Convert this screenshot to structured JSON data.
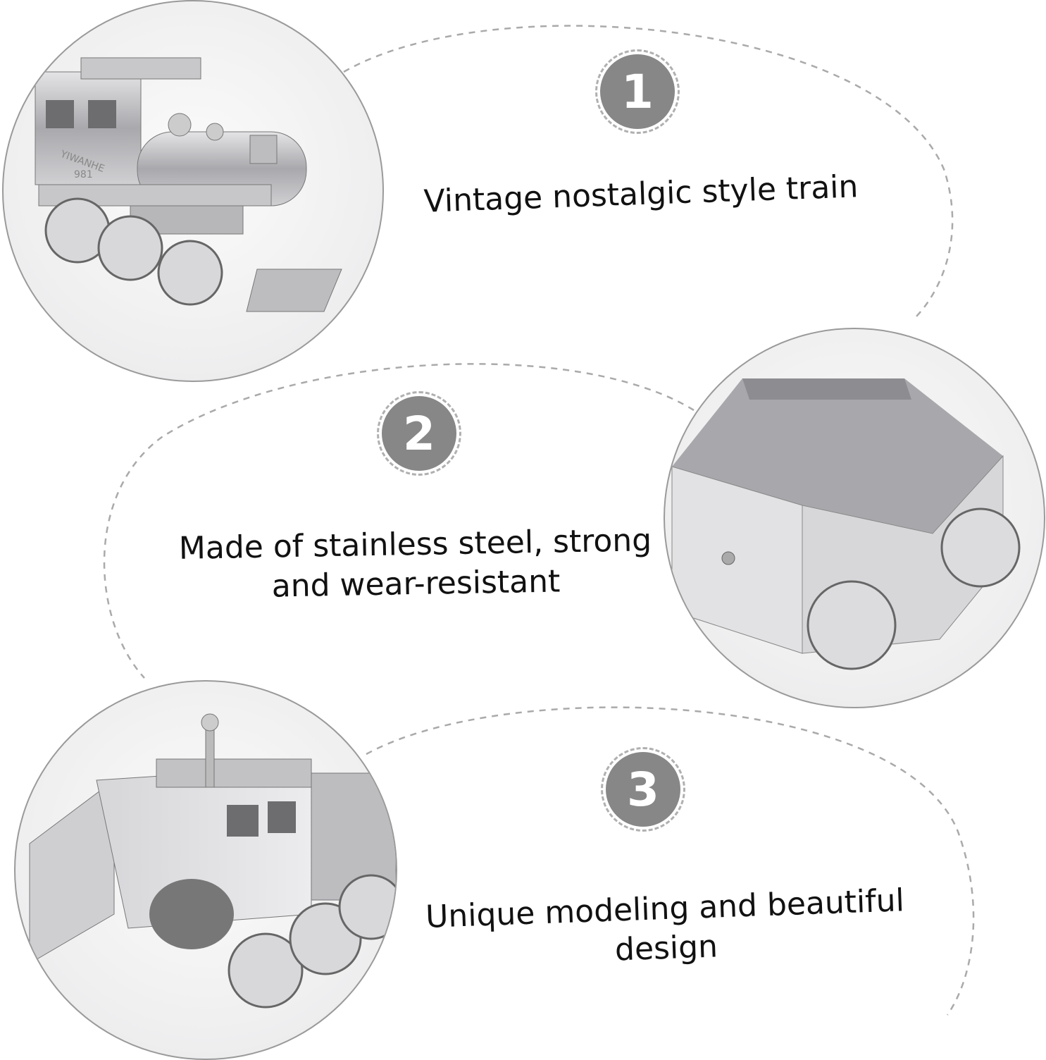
{
  "features": [
    {
      "number": "1",
      "text_lines": [
        "Vintage nostalgic style train"
      ],
      "image": "locomotive-front-view"
    },
    {
      "number": "2",
      "text_lines": [
        "Made of stainless steel, strong",
        "and wear-resistant"
      ],
      "image": "tender-wagon"
    },
    {
      "number": "3",
      "text_lines": [
        "Unique modeling and beautiful",
        "design"
      ],
      "image": "locomotive-cab-view"
    }
  ],
  "engraving": {
    "brand": "YIWANHE",
    "model": "981"
  },
  "colors": {
    "badge": "#878787",
    "dash": "#aaaaaa",
    "text": "#111111"
  }
}
